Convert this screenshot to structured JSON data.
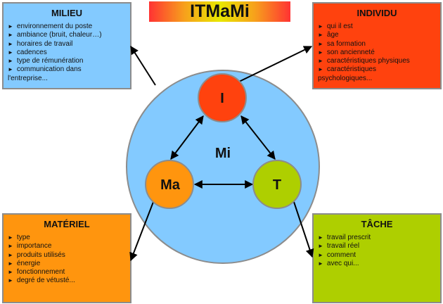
{
  "title": "ITMaMi",
  "center_label": "Mi",
  "nodes": {
    "individu": {
      "label": "I",
      "color": "#ff420e"
    },
    "materiel": {
      "label": "Ma",
      "color": "#ff950e"
    },
    "tache": {
      "label": "T",
      "color": "#aecf00"
    },
    "milieu": {
      "color": "#83caff"
    }
  },
  "boxes": {
    "milieu": {
      "title": "MILIEU",
      "items": [
        "environnement du poste",
        "ambiance (bruit,  chaleur…)",
        "horaires de travail",
        "cadences",
        "type de rémunération",
        "communication dans"
      ],
      "tail": "l'entreprise..."
    },
    "individu": {
      "title": "INDIVIDU",
      "items": [
        "qui il est",
        "âge",
        "sa formation",
        "son ancienneté",
        "caractéristiques physiques",
        "caractéristiques"
      ],
      "tail": "psychologiques..."
    },
    "materiel": {
      "title": "MATÉRIEL",
      "items": [
        "type",
        "importance",
        "produits utilisés",
        "énergie",
        "fonctionnement",
        "degré de vétusté..."
      ]
    },
    "tache": {
      "title": "TÂCHE",
      "items": [
        "travail prescrit",
        "travail réel",
        "comment",
        "avec qui..."
      ]
    }
  }
}
